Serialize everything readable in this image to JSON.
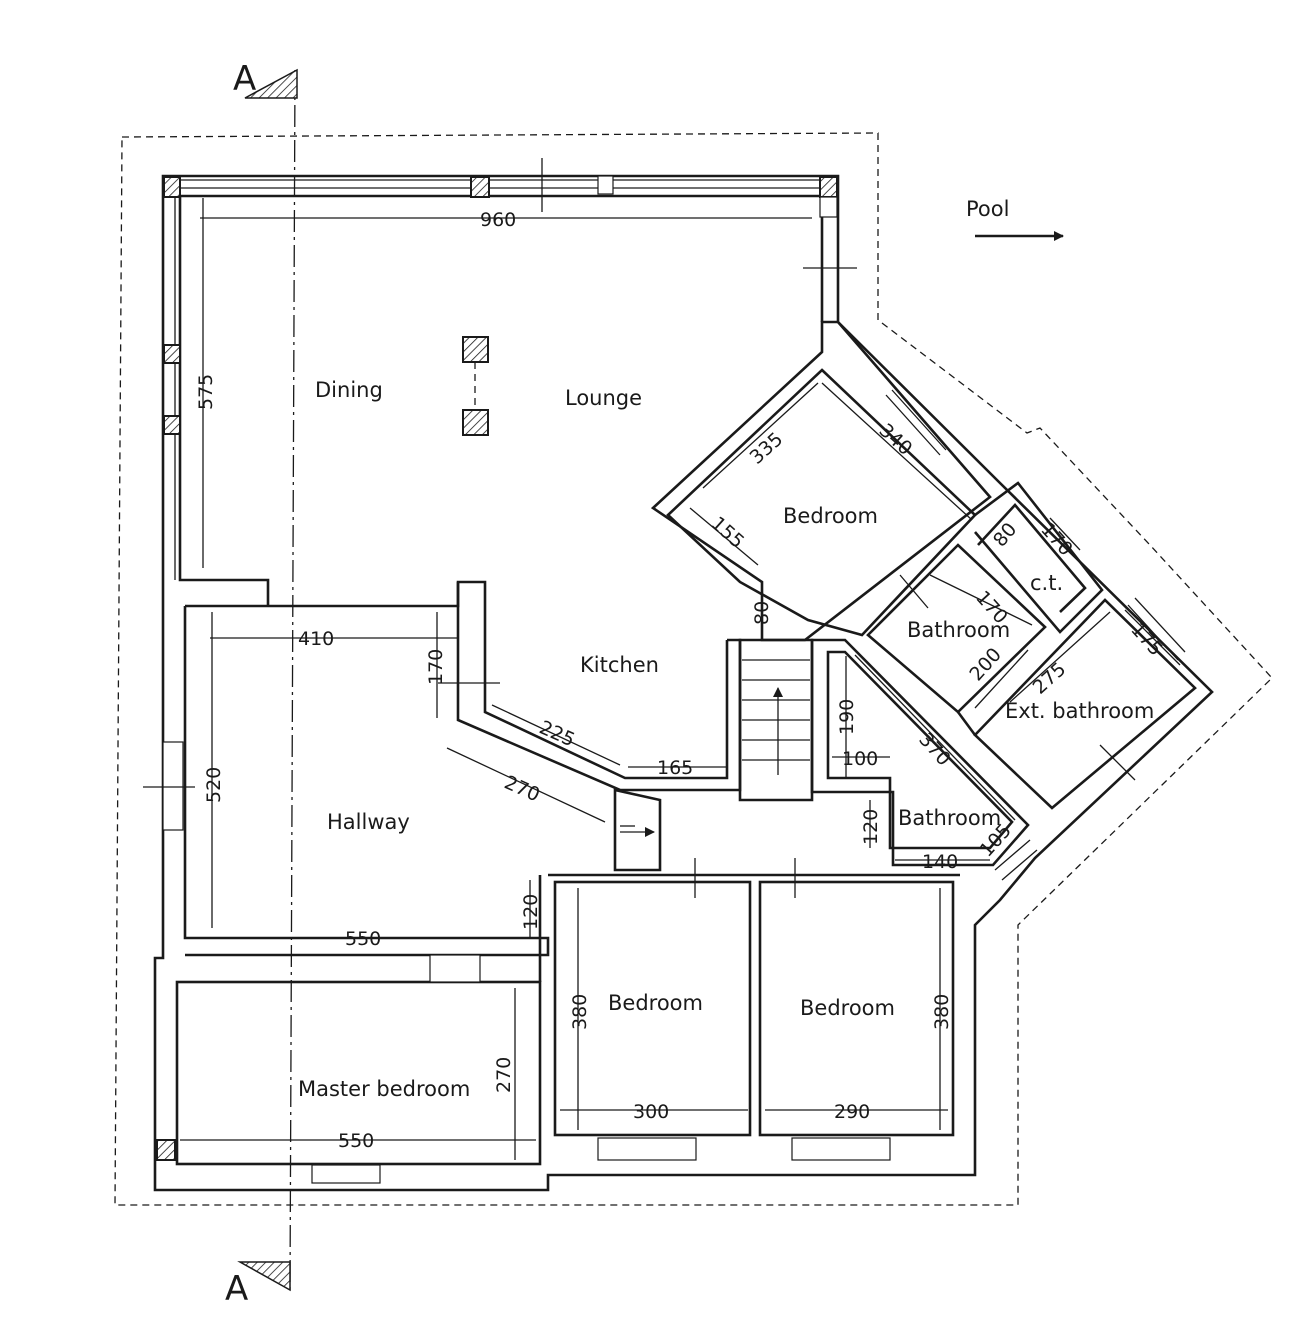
{
  "section": {
    "top": "A",
    "bottom": "A"
  },
  "pool": {
    "label": "Pool"
  },
  "rooms": {
    "dining": "Dining",
    "lounge": "Lounge",
    "kitchen": "Kitchen",
    "hallway": "Hallway",
    "bedroom_east": "Bedroom",
    "bathroom_east": "Bathroom",
    "ct": "c.t.",
    "ext_bathroom": "Ext. bathroom",
    "bathroom_south": "Bathroom",
    "bedroom_south_1": "Bedroom",
    "bedroom_south_2": "Bedroom",
    "master_bedroom": "Master bedroom"
  },
  "dims": {
    "lounge_width": "960",
    "lounge_depth": "575",
    "hall_width": "410",
    "hall_step": "170",
    "hall_depth": "520",
    "hall_diag": "270",
    "hall_bottom": "550",
    "hall_door": "120",
    "kitchen_diag": "225",
    "kitchen_bottom": "165",
    "stair_gap": "80",
    "bedroom_e_a": "335",
    "bedroom_e_b": "340",
    "bedroom_e_c": "155",
    "ct_a": "80",
    "ct_b": "170",
    "bath_e_a": "170",
    "bath_e_b": "200",
    "extbath_a": "275",
    "extbath_b": "175",
    "bath_s_diag": "370",
    "bath_s_h": "190",
    "bath_s_w": "100",
    "bath_s_door": "120",
    "bath_s_bottom": "140",
    "bath_s_side": "105",
    "bed1_height": "380",
    "bed1_width": "300",
    "bed2_height": "380",
    "bed2_width": "290",
    "master_height": "270",
    "master_width": "550"
  }
}
